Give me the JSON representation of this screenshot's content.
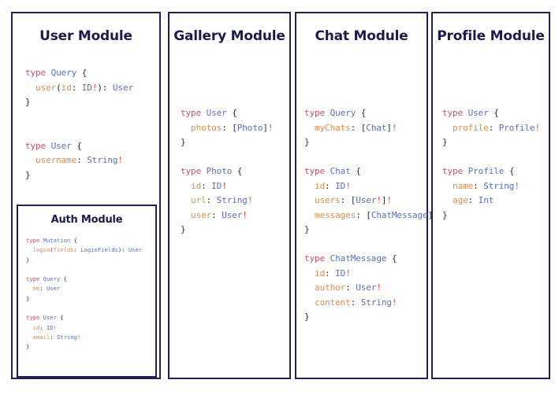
{
  "page": {
    "background": "#ffffff",
    "border_color": "#1f2159",
    "title_color": "#1b1b4d"
  },
  "palette": {
    "keyword": "#c2536b",
    "type_name": "#5b6fbd",
    "field_name": "#d98e4f",
    "punctuation": "#2f2f2f",
    "non_null": "#e1523d"
  },
  "modules": {
    "user": {
      "title": "User Module",
      "code_lines": [
        [
          {
            "t": "type ",
            "c": "kw"
          },
          {
            "t": "Query",
            "c": "type"
          },
          {
            "t": " {",
            "c": "pun"
          }
        ],
        [
          {
            "t": "  ",
            "c": "pun"
          },
          {
            "t": "user",
            "c": "fld"
          },
          {
            "t": "(",
            "c": "pun"
          },
          {
            "t": "id",
            "c": "fld"
          },
          {
            "t": ": ",
            "c": "pun"
          },
          {
            "t": "ID",
            "c": "type"
          },
          {
            "t": "!",
            "c": "bang"
          },
          {
            "t": "): ",
            "c": "pun"
          },
          {
            "t": "User",
            "c": "type"
          }
        ],
        [
          {
            "t": "}",
            "c": "pun"
          }
        ],
        [
          {
            "t": "",
            "c": "pun"
          }
        ],
        [
          {
            "t": "",
            "c": "pun"
          }
        ],
        [
          {
            "t": "type ",
            "c": "kw"
          },
          {
            "t": "User",
            "c": "type"
          },
          {
            "t": " {",
            "c": "pun"
          }
        ],
        [
          {
            "t": "  ",
            "c": "pun"
          },
          {
            "t": "username",
            "c": "fld"
          },
          {
            "t": ": ",
            "c": "pun"
          },
          {
            "t": "String",
            "c": "type"
          },
          {
            "t": "!",
            "c": "bang"
          }
        ],
        [
          {
            "t": "}",
            "c": "pun"
          }
        ]
      ]
    },
    "auth": {
      "title": "Auth Module",
      "code_lines": [
        [
          {
            "t": "type ",
            "c": "kw"
          },
          {
            "t": "Mutation",
            "c": "type"
          },
          {
            "t": " {",
            "c": "pun"
          }
        ],
        [
          {
            "t": "  ",
            "c": "pun"
          },
          {
            "t": "login",
            "c": "fld"
          },
          {
            "t": "(",
            "c": "pun"
          },
          {
            "t": "fields",
            "c": "fld"
          },
          {
            "t": ": ",
            "c": "pun"
          },
          {
            "t": "LoginFields",
            "c": "type"
          },
          {
            "t": "): ",
            "c": "pun"
          },
          {
            "t": "User",
            "c": "type"
          }
        ],
        [
          {
            "t": "}",
            "c": "pun"
          }
        ],
        [
          {
            "t": "",
            "c": "pun"
          }
        ],
        [
          {
            "t": "type ",
            "c": "kw"
          },
          {
            "t": "Query",
            "c": "type"
          },
          {
            "t": " {",
            "c": "pun"
          }
        ],
        [
          {
            "t": "  ",
            "c": "pun"
          },
          {
            "t": "me",
            "c": "fld"
          },
          {
            "t": ": ",
            "c": "pun"
          },
          {
            "t": "User",
            "c": "type"
          }
        ],
        [
          {
            "t": "}",
            "c": "pun"
          }
        ],
        [
          {
            "t": "",
            "c": "pun"
          }
        ],
        [
          {
            "t": "type ",
            "c": "kw"
          },
          {
            "t": "User",
            "c": "type"
          },
          {
            "t": " {",
            "c": "pun"
          }
        ],
        [
          {
            "t": "  ",
            "c": "pun"
          },
          {
            "t": "id",
            "c": "fld"
          },
          {
            "t": ": ",
            "c": "pun"
          },
          {
            "t": "ID",
            "c": "type"
          },
          {
            "t": "!",
            "c": "bang"
          }
        ],
        [
          {
            "t": "  ",
            "c": "pun"
          },
          {
            "t": "email",
            "c": "fld"
          },
          {
            "t": ": ",
            "c": "pun"
          },
          {
            "t": "String",
            "c": "type"
          },
          {
            "t": "!",
            "c": "bang"
          }
        ],
        [
          {
            "t": "}",
            "c": "pun"
          }
        ]
      ]
    },
    "gallery": {
      "title": "Gallery Module",
      "code_lines": [
        [
          {
            "t": "type ",
            "c": "kw"
          },
          {
            "t": "User",
            "c": "type"
          },
          {
            "t": " {",
            "c": "pun"
          }
        ],
        [
          {
            "t": "  ",
            "c": "pun"
          },
          {
            "t": "photos",
            "c": "fld"
          },
          {
            "t": ": [",
            "c": "pun"
          },
          {
            "t": "Photo",
            "c": "type"
          },
          {
            "t": "]",
            "c": "pun"
          },
          {
            "t": "!",
            "c": "bang"
          }
        ],
        [
          {
            "t": "}",
            "c": "pun"
          }
        ],
        [
          {
            "t": "",
            "c": "pun"
          }
        ],
        [
          {
            "t": "type ",
            "c": "kw"
          },
          {
            "t": "Photo",
            "c": "type"
          },
          {
            "t": " {",
            "c": "pun"
          }
        ],
        [
          {
            "t": "  ",
            "c": "pun"
          },
          {
            "t": "id",
            "c": "fld"
          },
          {
            "t": ": ",
            "c": "pun"
          },
          {
            "t": "ID",
            "c": "type"
          },
          {
            "t": "!",
            "c": "bang"
          }
        ],
        [
          {
            "t": "  ",
            "c": "pun"
          },
          {
            "t": "url",
            "c": "fld"
          },
          {
            "t": ": ",
            "c": "pun"
          },
          {
            "t": "String",
            "c": "type"
          },
          {
            "t": "!",
            "c": "bang"
          }
        ],
        [
          {
            "t": "  ",
            "c": "pun"
          },
          {
            "t": "user",
            "c": "fld"
          },
          {
            "t": ": ",
            "c": "pun"
          },
          {
            "t": "User",
            "c": "type"
          },
          {
            "t": "!",
            "c": "bang"
          }
        ],
        [
          {
            "t": "}",
            "c": "pun"
          }
        ]
      ]
    },
    "chat": {
      "title": "Chat Module",
      "code_lines": [
        [
          {
            "t": "type ",
            "c": "kw"
          },
          {
            "t": "Query",
            "c": "type"
          },
          {
            "t": " {",
            "c": "pun"
          }
        ],
        [
          {
            "t": "  ",
            "c": "pun"
          },
          {
            "t": "myChats",
            "c": "fld"
          },
          {
            "t": ": [",
            "c": "pun"
          },
          {
            "t": "Chat",
            "c": "type"
          },
          {
            "t": "]",
            "c": "pun"
          },
          {
            "t": "!",
            "c": "bang"
          }
        ],
        [
          {
            "t": "}",
            "c": "pun"
          }
        ],
        [
          {
            "t": "",
            "c": "pun"
          }
        ],
        [
          {
            "t": "type ",
            "c": "kw"
          },
          {
            "t": "Chat",
            "c": "type"
          },
          {
            "t": " {",
            "c": "pun"
          }
        ],
        [
          {
            "t": "  ",
            "c": "pun"
          },
          {
            "t": "id",
            "c": "fld"
          },
          {
            "t": ": ",
            "c": "pun"
          },
          {
            "t": "ID",
            "c": "type"
          },
          {
            "t": "!",
            "c": "bang"
          }
        ],
        [
          {
            "t": "  ",
            "c": "pun"
          },
          {
            "t": "users",
            "c": "fld"
          },
          {
            "t": ": [",
            "c": "pun"
          },
          {
            "t": "User",
            "c": "type"
          },
          {
            "t": "!",
            "c": "bang"
          },
          {
            "t": "]",
            "c": "pun"
          },
          {
            "t": "!",
            "c": "bang"
          }
        ],
        [
          {
            "t": "  ",
            "c": "pun"
          },
          {
            "t": "messages",
            "c": "fld"
          },
          {
            "t": ": [",
            "c": "pun"
          },
          {
            "t": "ChatMessage",
            "c": "type"
          },
          {
            "t": "]",
            "c": "pun"
          },
          {
            "t": "!",
            "c": "bang"
          }
        ],
        [
          {
            "t": "}",
            "c": "pun"
          }
        ],
        [
          {
            "t": "",
            "c": "pun"
          }
        ],
        [
          {
            "t": "type ",
            "c": "kw"
          },
          {
            "t": "ChatMessage",
            "c": "type"
          },
          {
            "t": " {",
            "c": "pun"
          }
        ],
        [
          {
            "t": "  ",
            "c": "pun"
          },
          {
            "t": "id",
            "c": "fld"
          },
          {
            "t": ": ",
            "c": "pun"
          },
          {
            "t": "ID",
            "c": "type"
          },
          {
            "t": "!",
            "c": "bang"
          }
        ],
        [
          {
            "t": "  ",
            "c": "pun"
          },
          {
            "t": "author",
            "c": "fld"
          },
          {
            "t": ": ",
            "c": "pun"
          },
          {
            "t": "User",
            "c": "type"
          },
          {
            "t": "!",
            "c": "bang"
          }
        ],
        [
          {
            "t": "  ",
            "c": "pun"
          },
          {
            "t": "content",
            "c": "fld"
          },
          {
            "t": ": ",
            "c": "pun"
          },
          {
            "t": "String",
            "c": "type"
          },
          {
            "t": "!",
            "c": "bang"
          }
        ],
        [
          {
            "t": "}",
            "c": "pun"
          }
        ]
      ]
    },
    "profile": {
      "title": "Profile Module",
      "code_lines": [
        [
          {
            "t": "type ",
            "c": "kw"
          },
          {
            "t": "User",
            "c": "type"
          },
          {
            "t": " {",
            "c": "pun"
          }
        ],
        [
          {
            "t": "  ",
            "c": "pun"
          },
          {
            "t": "profile",
            "c": "fld"
          },
          {
            "t": ": ",
            "c": "pun"
          },
          {
            "t": "Profile",
            "c": "type"
          },
          {
            "t": "!",
            "c": "bang"
          }
        ],
        [
          {
            "t": "}",
            "c": "pun"
          }
        ],
        [
          {
            "t": "",
            "c": "pun"
          }
        ],
        [
          {
            "t": "type ",
            "c": "kw"
          },
          {
            "t": "Profile",
            "c": "type"
          },
          {
            "t": " {",
            "c": "pun"
          }
        ],
        [
          {
            "t": "  ",
            "c": "pun"
          },
          {
            "t": "name",
            "c": "fld"
          },
          {
            "t": ": ",
            "c": "pun"
          },
          {
            "t": "String",
            "c": "type"
          },
          {
            "t": "!",
            "c": "bang"
          }
        ],
        [
          {
            "t": "  ",
            "c": "pun"
          },
          {
            "t": "age",
            "c": "fld"
          },
          {
            "t": ": ",
            "c": "pun"
          },
          {
            "t": "Int",
            "c": "type"
          }
        ],
        [
          {
            "t": "}",
            "c": "pun"
          }
        ]
      ]
    }
  }
}
